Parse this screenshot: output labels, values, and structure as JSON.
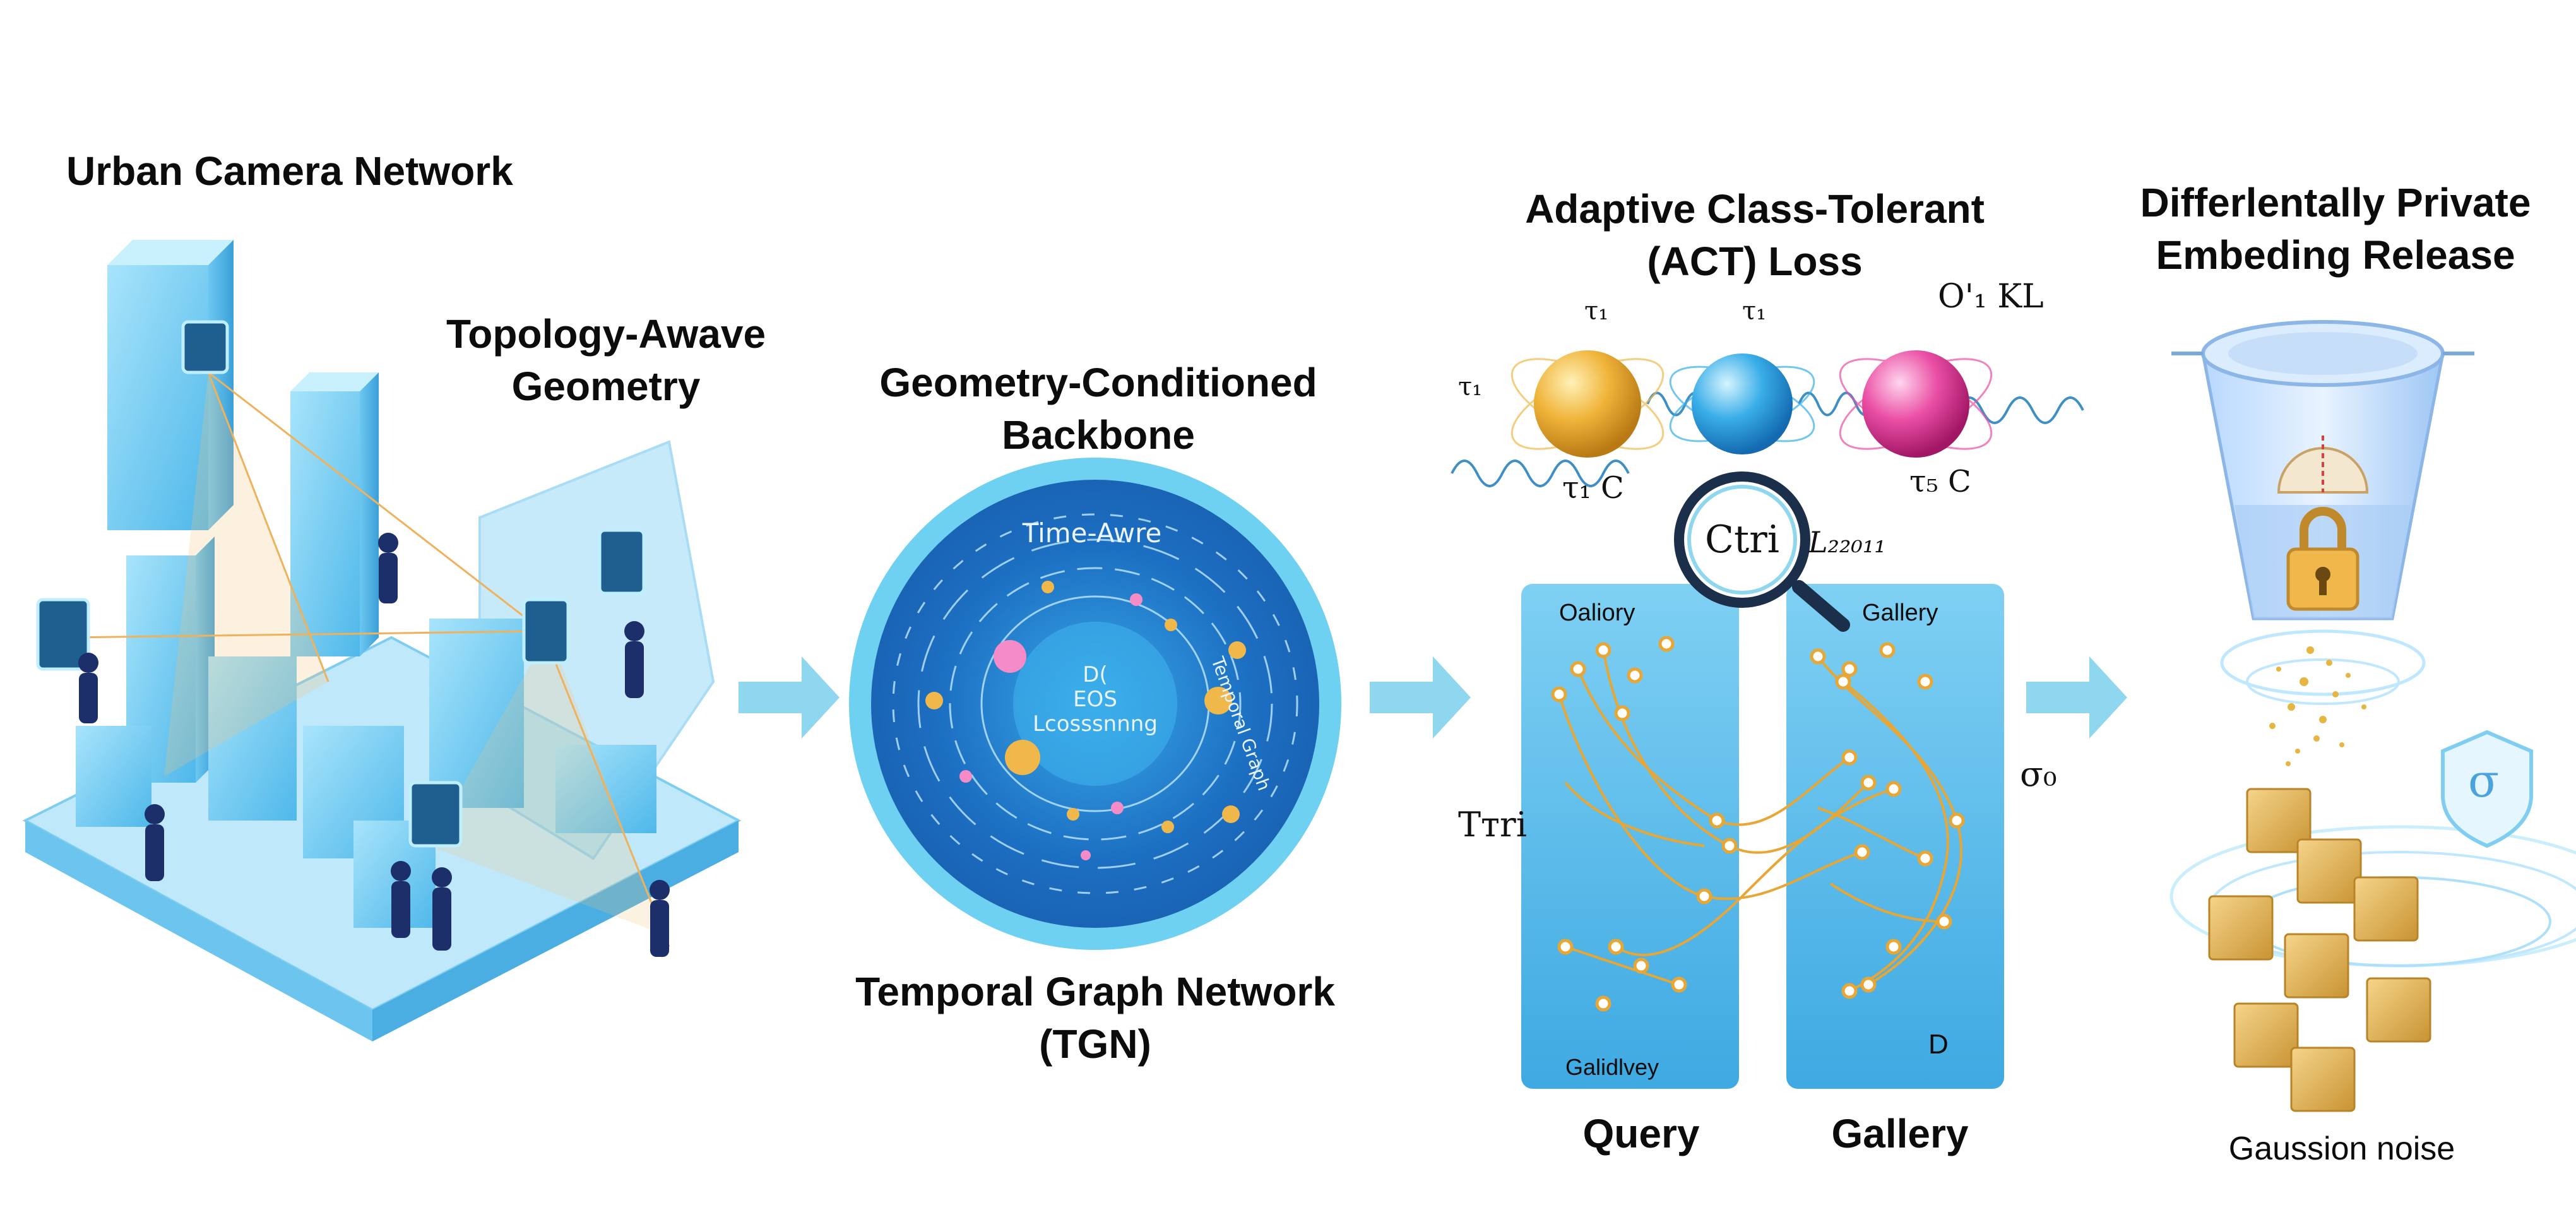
{
  "stage1": {
    "title": "Urban Camera Network",
    "subtitle_line1": "Topology-Awave",
    "subtitle_line2": "Geometry"
  },
  "stage2": {
    "title_line1": "Geometry-Conditioned",
    "title_line2": "Backbone",
    "inner_top": "Time-Awre",
    "inner_center_line1": "D(",
    "inner_center_line2": "EOS",
    "inner_center_line3": "Lcosssnnng",
    "inner_right": "Temporal Graph",
    "footer_line1": "Temporal Graph Network",
    "footer_line2": "(TGN)"
  },
  "stage3": {
    "title_line1": "Adaptive Class-Tolerant",
    "title_line2": "(ACT) Loss",
    "sym_tau_top1": "τ₁",
    "sym_tau_top2": "τ₁",
    "sym_tau_left": "τ₁",
    "sym_kl": "O'₁ KL",
    "sym_tiC_left": "τ₁ C",
    "sym_tiC_right": "τ₅ C",
    "lens_text": "Ctri",
    "lens_side": "L₂₂₀₁₁",
    "panel_left_top": "Oaliory",
    "panel_right_top": "Gallery",
    "panel_left_bottom": "Galidlvey",
    "panel_right_bottom": "D",
    "side_left": "Tтri",
    "side_right": "σ₀",
    "label_query": "Query",
    "label_gallery": "Gallery"
  },
  "stage4": {
    "title_line1": "Differlentally Private",
    "title_line2": "Embeding Release",
    "caption": "Gaussion noise"
  },
  "colors": {
    "accent_blue": "#3aa6e6",
    "arrow": "#8fd6ef",
    "gold": "#e1a93a",
    "pink": "#e8479c"
  }
}
